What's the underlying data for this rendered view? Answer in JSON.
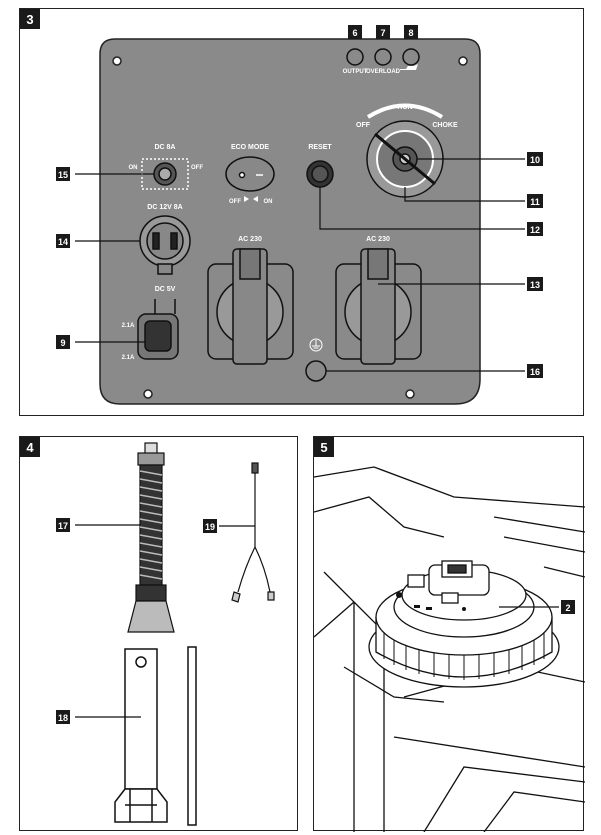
{
  "figures": {
    "fig3": {
      "number": "3",
      "labels": {
        "dc8a": "DC 8A",
        "on": "ON",
        "off_switch": "OFF",
        "dc12v": "DC 12V 8A",
        "dc5v": "DC 5V",
        "amp_top": "2.1A",
        "amp_bottom": "2.1A",
        "eco_mode": "ECO MODE",
        "eco_off": "OFF",
        "eco_on": "ON",
        "reset": "RESET",
        "ac_left": "AC 230",
        "ac_right": "AC 230",
        "output": "OUTPUT",
        "overload": "OVERLOAD",
        "run": "RUN",
        "off_choke": "OFF",
        "choke": "CHOKE"
      },
      "callouts": {
        "c6": "6",
        "c7": "7",
        "c8": "8",
        "c10": "10",
        "c11": "11",
        "c12": "12",
        "c13": "13",
        "c14": "14",
        "c15": "15",
        "c16": "16",
        "c9": "9"
      }
    },
    "fig4": {
      "number": "4",
      "callouts": {
        "c17": "17",
        "c18": "18",
        "c19": "19"
      }
    },
    "fig5": {
      "number": "5",
      "callouts": {
        "c2": "2"
      }
    }
  }
}
